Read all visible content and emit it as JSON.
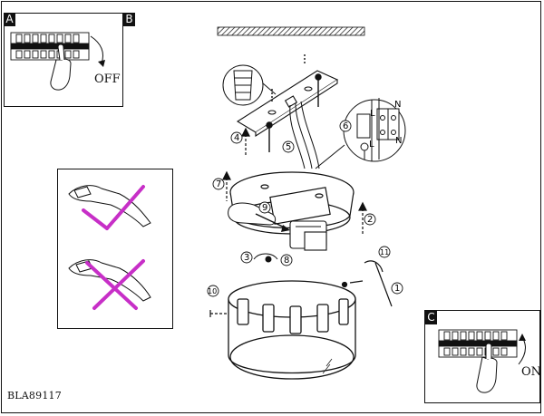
{
  "panels": {
    "a": {
      "label": "A",
      "action": "OFF"
    },
    "b": {
      "label": "B"
    },
    "c": {
      "label": "C",
      "action": "ON"
    }
  },
  "model_code": "BLA89117",
  "steps": [
    "1",
    "2",
    "3",
    "4",
    "5",
    "6",
    "7",
    "8",
    "9",
    "10",
    "11"
  ],
  "terminal_labels": {
    "live": "L",
    "neutral": "N"
  },
  "colors": {
    "forbidden_mark": "#c72fc7",
    "line": "#111111"
  }
}
